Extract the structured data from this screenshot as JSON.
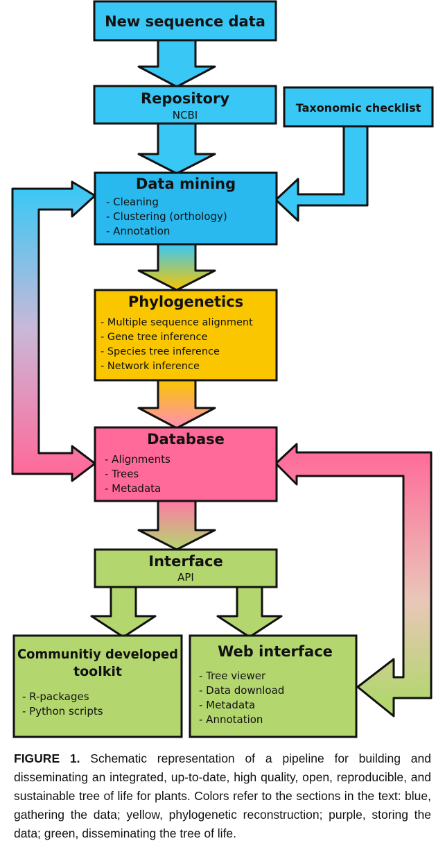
{
  "colors": {
    "blue": "#39c8f5",
    "blue_deep": "#29b9ee",
    "yellow": "#f9c600",
    "pink": "#ff6a9a",
    "green": "#b3d66f",
    "stroke": "#111111"
  },
  "boxes": {
    "new_sequence": {
      "title": "New sequence data"
    },
    "repository": {
      "title": "Repository",
      "subtitle": "NCBI"
    },
    "taxonomic": {
      "title": "Taxonomic checklist"
    },
    "data_mining": {
      "title": "Data mining",
      "items": [
        "- Cleaning",
        "- Clustering (orthology)",
        "- Annotation"
      ]
    },
    "phylogenetics": {
      "title": "Phylogenetics",
      "items": [
        "- Multiple sequence alignment",
        "- Gene tree inference",
        "- Species tree inference",
        "- Network inference"
      ]
    },
    "database": {
      "title": "Database",
      "items": [
        "- Alignments",
        "- Trees",
        "- Metadata"
      ]
    },
    "interface": {
      "title": "Interface",
      "subtitle": "API"
    },
    "community": {
      "title_line1": "Communitiy developed",
      "title_line2": "toolkit",
      "items": [
        "- R-packages",
        "- Python scripts"
      ]
    },
    "web": {
      "title": "Web interface",
      "items": [
        "- Tree viewer",
        "- Data download",
        "- Metadata",
        "- Annotation"
      ]
    }
  },
  "caption": {
    "label": "FIGURE 1.",
    "text": "Schematic representation of a pipeline for building and disseminating an integrated, up-to-date, high quality, open, reproducible, and sustainable tree of life for plants. Colors refer to the sections in the text: blue, gathering the data; yellow, phylogenetic reconstruction; purple, storing the data; green, disseminating the tree of life."
  }
}
